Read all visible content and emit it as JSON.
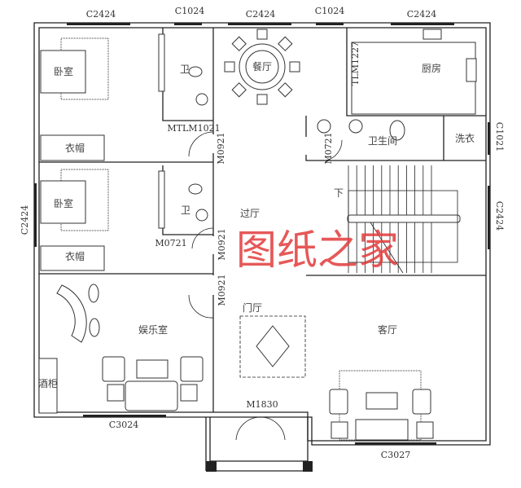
{
  "window_codes": {
    "top_1": "C2424",
    "top_2": "C1024",
    "top_3": "C2424",
    "top_4": "C1024",
    "top_5": "C2424",
    "left": "C2424",
    "right_upper": "C1021",
    "right_lower": "C2424",
    "bottom_left": "C3024",
    "bottom_right": "C3027"
  },
  "door_codes": {
    "bath1_door": "MTLM1021",
    "bedroom1_door": "M0921",
    "kitchen_door": "TLM1227",
    "bathroom_door": "M0721",
    "bath2_door": "M0721",
    "bedroom2_door": "M0921",
    "entertainment_door": "M0921",
    "entry_door": "M1830"
  },
  "rooms": {
    "bedroom1": "卧室",
    "bath1": "卫",
    "dining": "餐厅",
    "kitchen": "厨房",
    "wardrobe1": "衣帽",
    "bathroom": "卫生间",
    "laundry": "洗衣",
    "bedroom2": "卧室",
    "bath2": "卫",
    "hall": "过厅",
    "stair_down": "下",
    "wardrobe2": "衣帽",
    "foyer": "门厅",
    "entertainment": "娱乐室",
    "living": "客厅",
    "wine_cabinet": "酒柜"
  },
  "watermark": "图纸之家",
  "colors": {
    "walls": "#222222",
    "watermark": "#e23b3b"
  }
}
